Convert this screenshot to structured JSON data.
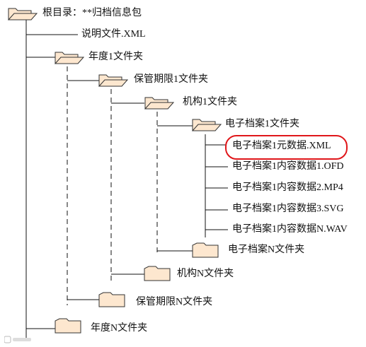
{
  "tree": {
    "root": {
      "label": "根目录：**归档信息包",
      "icon": "folder-open-icon"
    },
    "nodes": [
      {
        "label": "说明文件.XML",
        "kind": "file"
      },
      {
        "label": "年度1文件夹",
        "kind": "folder-open"
      },
      {
        "label": "保管期限1文件夹",
        "kind": "folder-open"
      },
      {
        "label": "机构1文件夹",
        "kind": "folder-open"
      },
      {
        "label": "电子档案1文件夹",
        "kind": "folder-open"
      },
      {
        "label": "电子档案1元数据.XML",
        "kind": "file",
        "highlighted": true
      },
      {
        "label": "电子档案1内容数据1.OFD",
        "kind": "file"
      },
      {
        "label": "电子档案1内容数据2.MP4",
        "kind": "file"
      },
      {
        "label": "电子档案1内容数据3.SVG",
        "kind": "file"
      },
      {
        "label": "电子档案1内容数据N.WAV",
        "kind": "file"
      },
      {
        "label": "电子档案N文件夹",
        "kind": "folder-closed"
      },
      {
        "label": "机构N文件夹",
        "kind": "folder-closed"
      },
      {
        "label": "保管期限N文件夹",
        "kind": "folder-closed"
      },
      {
        "label": "年度N文件夹",
        "kind": "folder-closed"
      }
    ]
  },
  "colors": {
    "folder_fill": "#fde7cf",
    "folder_stroke": "#333333",
    "line": "#111111",
    "highlight": "#e0161a"
  }
}
